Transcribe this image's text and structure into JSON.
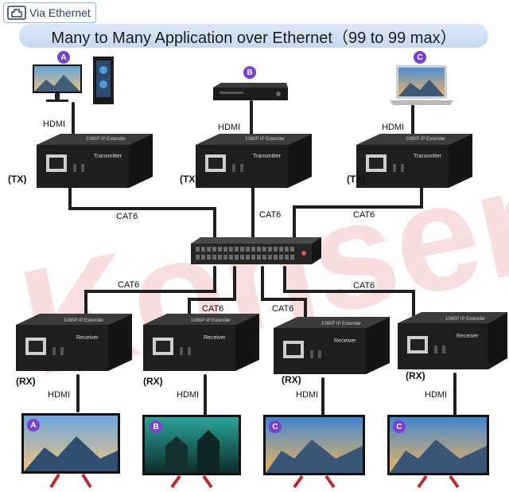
{
  "header": {
    "tab_label": "Via Ethernet",
    "icon": "ethernet-port-icon"
  },
  "banner": {
    "title": "Many to Many Application over Ethernet（99 to 99 max）"
  },
  "watermark": {
    "brand": "Konsen"
  },
  "colors": {
    "badge": "#7b3fd1",
    "banner": "#cfdff3",
    "cable": "#1a1a1a",
    "watermark": "#f2b9b9"
  },
  "sources": [
    {
      "badge": "A",
      "device": "desktop-pc"
    },
    {
      "badge": "B",
      "device": "dvd-player"
    },
    {
      "badge": "C",
      "device": "laptop"
    }
  ],
  "transmitters": [
    {
      "role": "(TX)",
      "hdmi": "HDMI",
      "model": "1080P IP Extender",
      "type": "Transmitter"
    },
    {
      "role": "(TX)",
      "hdmi": "HDMI",
      "model": "1080P IP Extender",
      "type": "Transmitter"
    },
    {
      "role": "(TX)",
      "hdmi": "HDMI",
      "model": "1080P IP Extender",
      "type": "Transmitter"
    }
  ],
  "switch_name": "network-switch",
  "cable_label": "CAT6",
  "receivers": [
    {
      "role": "(RX)",
      "hdmi": "HDMI",
      "model": "1080P IP Extender",
      "type": "Receiver",
      "display_badge": "A"
    },
    {
      "role": "(RX)",
      "hdmi": "HDMI",
      "model": "1080P IP Extender",
      "type": "Receiver",
      "display_badge": "B"
    },
    {
      "role": "(RX)",
      "hdmi": "HDMI",
      "model": "1080P IP Extender",
      "type": "Receiver",
      "display_badge": "C"
    },
    {
      "role": "(RX)",
      "hdmi": "HDMI",
      "model": "1080P IP Extender",
      "type": "Receiver",
      "display_badge": "C"
    }
  ]
}
